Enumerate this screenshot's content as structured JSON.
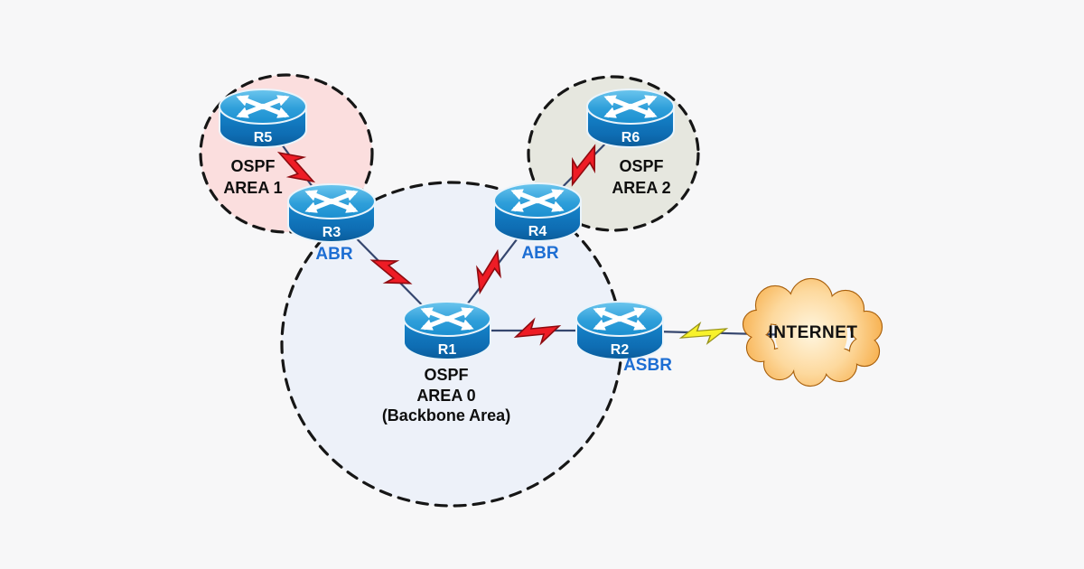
{
  "diagram": {
    "areas": [
      {
        "id": "area1",
        "lines": [
          "OSPF",
          "AREA 1"
        ],
        "fill": "#fbdede"
      },
      {
        "id": "area2",
        "lines": [
          "OSPF",
          "AREA 2"
        ],
        "fill": "#e6e7df"
      },
      {
        "id": "area0",
        "lines": [
          "OSPF",
          "AREA 0",
          "(Backbone Area)"
        ],
        "fill": "#edf1f9"
      }
    ],
    "routers": [
      {
        "label": "R5"
      },
      {
        "label": "R3",
        "role": "ABR"
      },
      {
        "label": "R6"
      },
      {
        "label": "R4",
        "role": "ABR"
      },
      {
        "label": "R1"
      },
      {
        "label": "R2",
        "role": "ASBR"
      }
    ],
    "internet": {
      "label": "INTERNET"
    },
    "colors": {
      "background": "#f7f7f8",
      "area1_fill": "#fbdede",
      "area2_fill": "#e6e7df",
      "area0_fill": "#edf1f9",
      "router_top_blue": "#35a8e0",
      "router_body_blue": "#0f76bc",
      "link_line": "#35466e",
      "bolt_red": "#ee1c25",
      "bolt_yellow": "#f8f22b",
      "role_text_blue": "#1d6ed3",
      "cloud_orange": "#f5a335",
      "dash_stroke": "#161616"
    }
  }
}
